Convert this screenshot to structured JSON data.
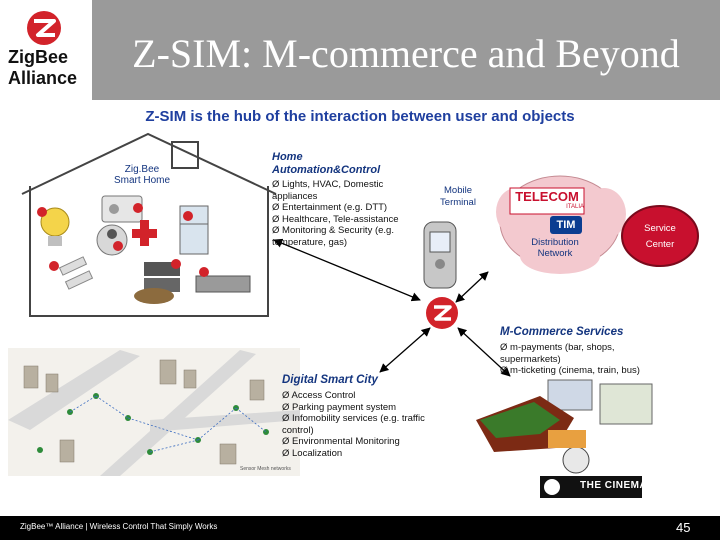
{
  "header": {
    "title": "Z-SIM: M-commerce and Beyond",
    "logo_line1": "ZigBee",
    "logo_line2": "Alliance"
  },
  "subtitle": "Z-SIM is the hub of the interaction between user and objects",
  "home": {
    "label_line1": "Zig.Bee",
    "label_line2": "Smart Home"
  },
  "home_automation": {
    "heading_line1": "Home",
    "heading_line2": "Automation&Control",
    "items": [
      "Ø Lights, HVAC, Domestic",
      "appliances",
      "Ø Entertainment (e.g. DTT)",
      "Ø Healthcare, Tele-assistance",
      "Ø Monitoring & Security (e.g.",
      "temperature, gas)"
    ]
  },
  "mobile_terminal": {
    "line1": "Mobile",
    "line2": "Terminal"
  },
  "network": {
    "brand1": "TELECOM",
    "brand1_sub": "ITALIA",
    "brand2": "TIM",
    "distribution_line1": "Distribution",
    "distribution_line2": "Network",
    "service_line1": "Service",
    "service_line2": "Center"
  },
  "mcommerce": {
    "heading": "M-Commerce Services",
    "items": [
      "Ø m-payments (bar, shops,",
      "supermarkets)",
      "Ø m-ticketing (cinema, train, bus)"
    ],
    "cinema_label": "THE CINEMA"
  },
  "smart_city": {
    "heading": "Digital Smart City",
    "items": [
      "Ø Access Control",
      "Ø Parking payment system",
      "Ø Infomobility services (e.g. traffic",
      "control)",
      "Ø Environmental Monitoring",
      "Ø Localization"
    ],
    "map_credit": "Sensor Mesh networks"
  },
  "footer": {
    "text": "ZigBee™ Alliance | Wireless Control That Simply Works",
    "page_number": "45"
  },
  "colors": {
    "header_gray": "#9a9a9a",
    "subtitle_blue": "#1f3f9f",
    "zigbee_red": "#d2232a",
    "cloud_pink": "#f3c9cf",
    "service_red": "#c8102e"
  }
}
